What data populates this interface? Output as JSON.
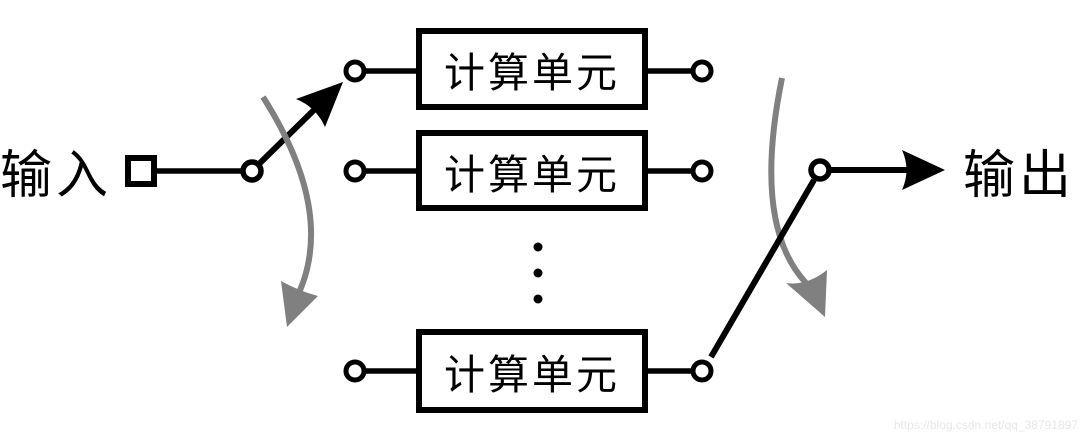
{
  "diagram": {
    "title_semantic": "selector-switch-with-parallel-compute-units",
    "input_label": "输入",
    "output_label": "输出",
    "units": [
      {
        "label": "计算单元"
      },
      {
        "label": "计算单元"
      },
      {
        "label": "计算单元"
      }
    ],
    "ellipsis_dot_count": 3,
    "watermark": "https://blog.csdn.net/qq_38791897",
    "colors": {
      "line": "#000000",
      "sweep_arrow_gray": "#808080",
      "watermark_gray": "#e7e7e7",
      "background": "#ffffff"
    }
  }
}
